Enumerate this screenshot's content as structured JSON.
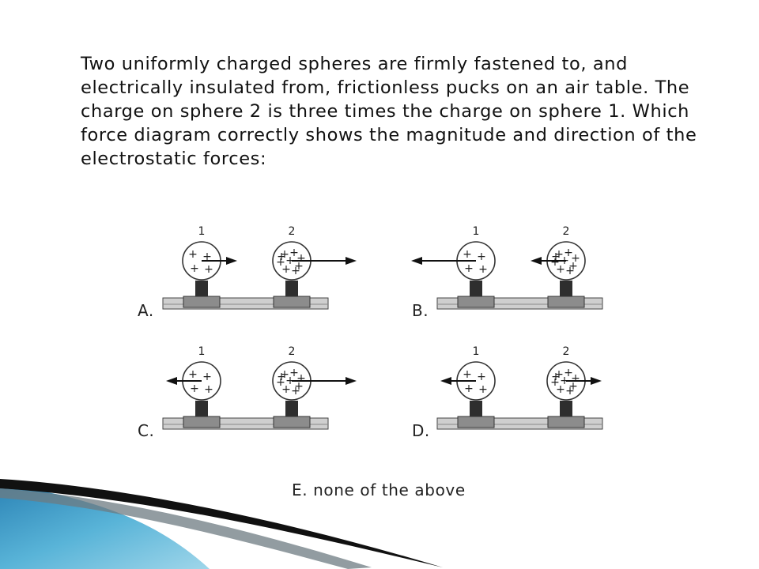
{
  "question": "Two uniformly charged spheres are firmly fastened to, and electrically insulated from, frictionless pucks on an air table. The charge on sphere 2 is three times the charge on sphere 1. Which force diagram correctly shows the magnitude and direction of the electrostatic forces:",
  "sphere_labels": [
    "1",
    "2"
  ],
  "charge_symbol": "+",
  "options": [
    {
      "letter": "A.",
      "force1_direction": "right",
      "force1_magnitude": "small",
      "force2_direction": "right",
      "force2_magnitude": "large"
    },
    {
      "letter": "B.",
      "force1_direction": "left",
      "force1_magnitude": "large",
      "force2_direction": "left",
      "force2_magnitude": "small"
    },
    {
      "letter": "C.",
      "force1_direction": "left",
      "force1_magnitude": "small",
      "force2_direction": "right",
      "force2_magnitude": "large"
    },
    {
      "letter": "D.",
      "force1_direction": "left",
      "force1_magnitude": "small",
      "force2_direction": "right",
      "force2_magnitude": "small"
    }
  ],
  "option_e": "E. none of the above",
  "colors": {
    "text": "#111111",
    "table_light": "#c8c8c8",
    "puck": "#8c8c8c",
    "post": "#2e2e2e",
    "swoosh_dark": "#111111",
    "swoosh_light": "#4ea6cc"
  }
}
